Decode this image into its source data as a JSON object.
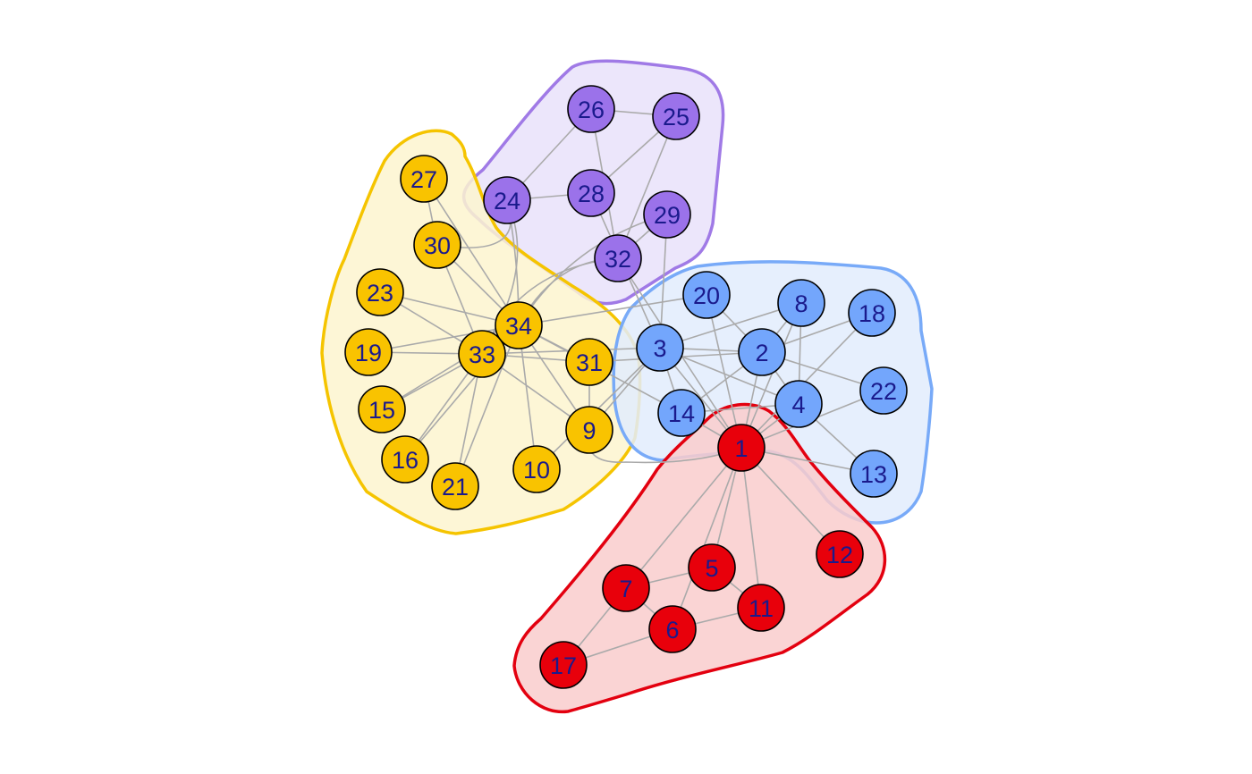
{
  "groups": [
    {
      "name": "purple",
      "stroke": "#a07ae6",
      "fill": "#e9e2fa",
      "nodes": [
        "24",
        "25",
        "26",
        "28",
        "29",
        "32"
      ]
    },
    {
      "name": "yellow",
      "stroke": "#f5c400",
      "fill": "#fdf4cf",
      "nodes": [
        "9",
        "10",
        "15",
        "16",
        "19",
        "21",
        "23",
        "27",
        "30",
        "31",
        "33",
        "34"
      ]
    },
    {
      "name": "blue",
      "stroke": "#78aaf8",
      "fill": "#e2ecfd",
      "nodes": [
        "2",
        "3",
        "4",
        "8",
        "13",
        "14",
        "18",
        "20",
        "22"
      ]
    },
    {
      "name": "red",
      "stroke": "#e3000f",
      "fill": "#f9cdcd",
      "nodes": [
        "1",
        "5",
        "6",
        "7",
        "11",
        "12",
        "17"
      ]
    }
  ],
  "nodes": [
    {
      "id": "1",
      "label": "1",
      "color": "#e8000b"
    },
    {
      "id": "2",
      "label": "2",
      "color": "#73a6fc"
    },
    {
      "id": "3",
      "label": "3",
      "color": "#73a6fc"
    },
    {
      "id": "4",
      "label": "4",
      "color": "#73a6fc"
    },
    {
      "id": "5",
      "label": "5",
      "color": "#e8000b"
    },
    {
      "id": "6",
      "label": "6",
      "color": "#e8000b"
    },
    {
      "id": "7",
      "label": "7",
      "color": "#e8000b"
    },
    {
      "id": "8",
      "label": "8",
      "color": "#73a6fc"
    },
    {
      "id": "9",
      "label": "9",
      "color": "#f9c300"
    },
    {
      "id": "10",
      "label": "10",
      "color": "#f9c300"
    },
    {
      "id": "11",
      "label": "11",
      "color": "#e8000b"
    },
    {
      "id": "12",
      "label": "12",
      "color": "#e8000b"
    },
    {
      "id": "13",
      "label": "13",
      "color": "#73a6fc"
    },
    {
      "id": "14",
      "label": "14",
      "color": "#73a6fc"
    },
    {
      "id": "15",
      "label": "15",
      "color": "#f9c300"
    },
    {
      "id": "16",
      "label": "16",
      "color": "#f9c300"
    },
    {
      "id": "17",
      "label": "17",
      "color": "#e8000b"
    },
    {
      "id": "18",
      "label": "18",
      "color": "#73a6fc"
    },
    {
      "id": "19",
      "label": "19",
      "color": "#f9c300"
    },
    {
      "id": "20",
      "label": "20",
      "color": "#73a6fc"
    },
    {
      "id": "21",
      "label": "21",
      "color": "#f9c300"
    },
    {
      "id": "22",
      "label": "22",
      "color": "#73a6fc"
    },
    {
      "id": "23",
      "label": "23",
      "color": "#f9c300"
    },
    {
      "id": "24",
      "label": "24",
      "color": "#9b72ea"
    },
    {
      "id": "25",
      "label": "25",
      "color": "#9b72ea"
    },
    {
      "id": "26",
      "label": "26",
      "color": "#9b72ea"
    },
    {
      "id": "27",
      "label": "27",
      "color": "#f9c300"
    },
    {
      "id": "28",
      "label": "28",
      "color": "#9b72ea"
    },
    {
      "id": "29",
      "label": "29",
      "color": "#9b72ea"
    },
    {
      "id": "30",
      "label": "30",
      "color": "#f9c300"
    },
    {
      "id": "31",
      "label": "31",
      "color": "#f9c300"
    },
    {
      "id": "32",
      "label": "32",
      "color": "#9b72ea"
    },
    {
      "id": "33",
      "label": "33",
      "color": "#f9c300"
    },
    {
      "id": "34",
      "label": "34",
      "color": "#f9c300"
    }
  ],
  "edges": [
    [
      "1",
      "2"
    ],
    [
      "1",
      "3"
    ],
    [
      "1",
      "4"
    ],
    [
      "1",
      "5"
    ],
    [
      "1",
      "6"
    ],
    [
      "1",
      "7"
    ],
    [
      "1",
      "8"
    ],
    [
      "1",
      "9"
    ],
    [
      "1",
      "11"
    ],
    [
      "1",
      "12"
    ],
    [
      "1",
      "13"
    ],
    [
      "1",
      "14"
    ],
    [
      "1",
      "18"
    ],
    [
      "1",
      "20"
    ],
    [
      "1",
      "22"
    ],
    [
      "1",
      "32"
    ],
    [
      "2",
      "3"
    ],
    [
      "2",
      "4"
    ],
    [
      "2",
      "8"
    ],
    [
      "2",
      "14"
    ],
    [
      "2",
      "18"
    ],
    [
      "2",
      "20"
    ],
    [
      "2",
      "22"
    ],
    [
      "2",
      "31"
    ],
    [
      "3",
      "4"
    ],
    [
      "3",
      "8"
    ],
    [
      "3",
      "9"
    ],
    [
      "3",
      "10"
    ],
    [
      "3",
      "14"
    ],
    [
      "3",
      "28"
    ],
    [
      "3",
      "29"
    ],
    [
      "3",
      "33"
    ],
    [
      "4",
      "8"
    ],
    [
      "4",
      "13"
    ],
    [
      "4",
      "14"
    ],
    [
      "5",
      "7"
    ],
    [
      "5",
      "11"
    ],
    [
      "6",
      "7"
    ],
    [
      "6",
      "11"
    ],
    [
      "6",
      "17"
    ],
    [
      "7",
      "17"
    ],
    [
      "9",
      "31"
    ],
    [
      "9",
      "33"
    ],
    [
      "9",
      "34"
    ],
    [
      "10",
      "34"
    ],
    [
      "14",
      "34"
    ],
    [
      "15",
      "33"
    ],
    [
      "15",
      "34"
    ],
    [
      "16",
      "33"
    ],
    [
      "16",
      "34"
    ],
    [
      "19",
      "33"
    ],
    [
      "19",
      "34"
    ],
    [
      "20",
      "34"
    ],
    [
      "21",
      "33"
    ],
    [
      "21",
      "34"
    ],
    [
      "23",
      "33"
    ],
    [
      "23",
      "34"
    ],
    [
      "24",
      "26"
    ],
    [
      "24",
      "28"
    ],
    [
      "24",
      "30"
    ],
    [
      "24",
      "33"
    ],
    [
      "24",
      "34"
    ],
    [
      "25",
      "26"
    ],
    [
      "25",
      "28"
    ],
    [
      "25",
      "32"
    ],
    [
      "26",
      "32"
    ],
    [
      "27",
      "30"
    ],
    [
      "27",
      "34"
    ],
    [
      "29",
      "32"
    ],
    [
      "29",
      "34"
    ],
    [
      "30",
      "33"
    ],
    [
      "30",
      "34"
    ],
    [
      "31",
      "33"
    ],
    [
      "31",
      "34"
    ],
    [
      "32",
      "33"
    ],
    [
      "32",
      "34"
    ],
    [
      "33",
      "34"
    ]
  ]
}
